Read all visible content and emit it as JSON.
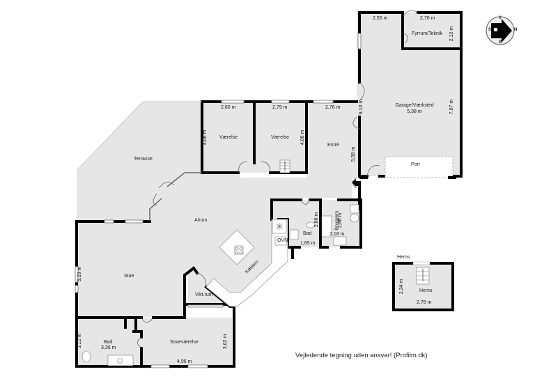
{
  "plan": {
    "disclaimer": "Vejledende tegning uden ansvar! (Profilm.dk)",
    "colors": {
      "floor": "#e6e6e6",
      "wall": "#000000",
      "background": "#ffffff",
      "window": "#ffffff"
    },
    "compass": {
      "north": "N",
      "south": "S",
      "west": "V",
      "east": "Ø",
      "icon": "house-arrow-compass-icon"
    },
    "rooms": {
      "fyrrum": {
        "name": "Fyrrum/Teknik",
        "width": "2,70 m",
        "height": "2,12 m"
      },
      "garage": {
        "name": "Garage/Værksted",
        "area_dim": "5,38 m",
        "top_dim": "2,55 m",
        "left_dim": "9,10 m",
        "right_dim": "7,07 m",
        "port": "Port"
      },
      "entre": {
        "name": "Entré",
        "top_dim": "2,76 m",
        "side_dim": "5,58 m"
      },
      "vaerelse1": {
        "name": "Værelse",
        "width": "2,80 m",
        "height": "4,06 m"
      },
      "vaerelse2": {
        "name": "Værelse",
        "width": "2,79 m",
        "height": "4,06 m"
      },
      "terrasse": {
        "name": "Terrasse"
      },
      "alrum": {
        "name": "Alrum"
      },
      "stue": {
        "name": "Stue",
        "height": "5,20 m"
      },
      "koekken": {
        "name": "Køkken",
        "oven": "OVN"
      },
      "bad1": {
        "name": "Bad",
        "width": "1,65 m",
        "height": "2,86 m"
      },
      "bryggers": {
        "name": "Bryggers",
        "height": "2,86 m",
        "width": "2,18 m"
      },
      "viktrum": {
        "name": "Vikt.rum"
      },
      "bad2": {
        "name": "Bad",
        "width": "3,36 m",
        "height": "3,12 m"
      },
      "sovevaerelse": {
        "name": "Soveværelse",
        "width": "4,96 m",
        "height": "3,62 m"
      },
      "hems": {
        "title": "Hems",
        "name": "Hems",
        "width": "2,78 m",
        "height": "2,34 m"
      }
    }
  }
}
